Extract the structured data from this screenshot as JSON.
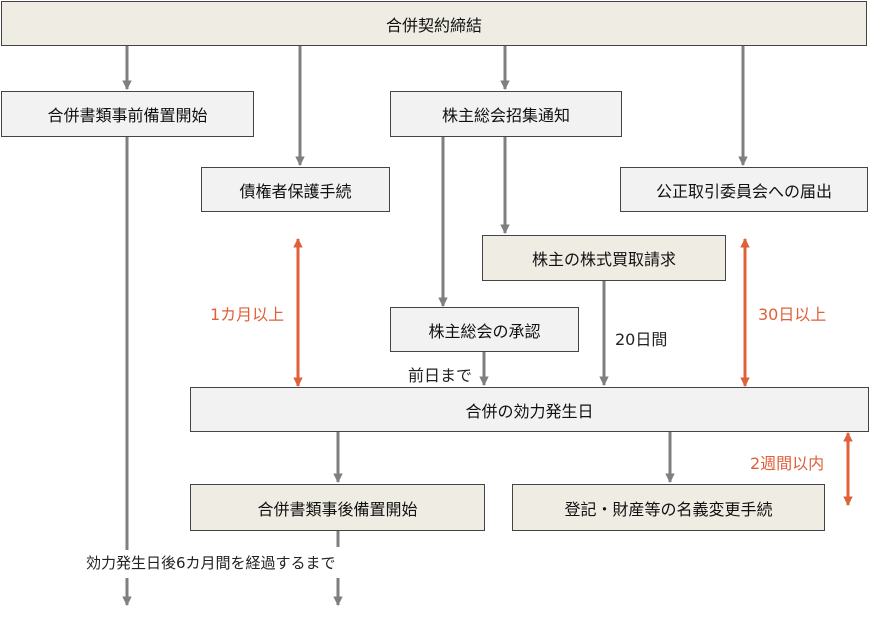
{
  "nodes": {
    "merger_agreement": "合併契約締結",
    "pre_disclosure": "合併書類事前備置開始",
    "shareholders_notice": "株主総会招集通知",
    "creditor_protection": "債権者保護手続",
    "ftc_notification": "公正取引委員会への届出",
    "share_purchase_request": "株主の株式買取請求",
    "shareholders_approval": "株主総会の承認",
    "effective_date": "合併の効力発生日",
    "post_disclosure": "合併書類事後備置開始",
    "registration_change": "登記・財産等の名義変更手続"
  },
  "labels": {
    "one_month": "1カ月以上",
    "thirty_days": "30日以上",
    "twenty_days": "20日間",
    "day_before": "前日まで",
    "two_weeks": "2週間以内",
    "six_months": "効力発生日後6カ月間を経過するまで"
  },
  "colors": {
    "arrow_gray": "#7f7f7f",
    "arrow_orange": "#e0603a",
    "box_beige": "#efece3",
    "box_gray": "#f2f2f2"
  }
}
